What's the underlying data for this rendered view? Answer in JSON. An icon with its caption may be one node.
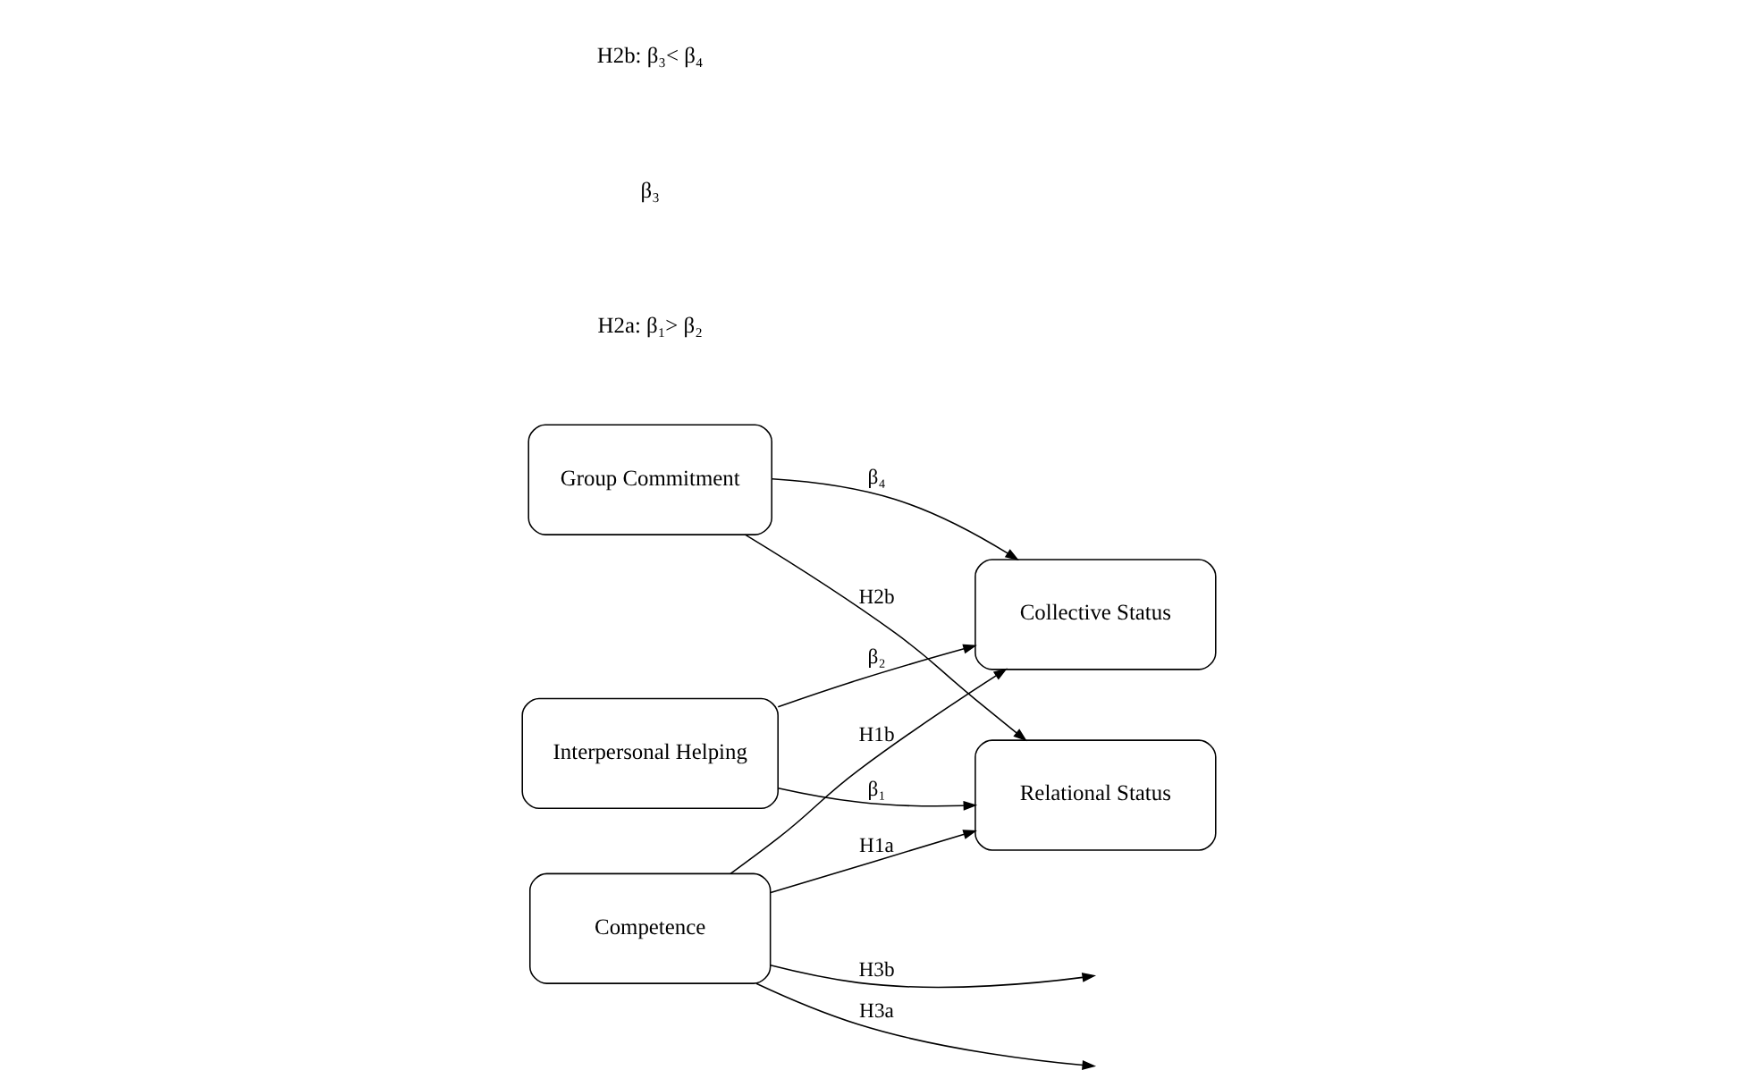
{
  "diagram": {
    "nodes": [
      {
        "text": [
          "Interpersonal Helping"
        ]
      },
      {
        "text": [
          "Competence"
        ]
      },
      {
        "text": [
          "Group Commitment"
        ]
      },
      {
        "text": [
          "Relational Status"
        ]
      },
      {
        "text": [
          "Collective Status"
        ]
      }
    ],
    "edges": [
      {
        "from": 0,
        "to": 3,
        "arrow": "to",
        "label": "β₁"
      },
      {
        "from": 0,
        "to": 4,
        "arrow": "to",
        "label": "β₂"
      },
      {
        "from": 1,
        "to": null,
        "arrow": "to",
        "label": "H3a"
      },
      {
        "from": 1,
        "to": 3,
        "arrow": "to",
        "label": "H1a"
      },
      {
        "from": 1,
        "to": 4,
        "arrow": "to",
        "label": "H1b"
      },
      {
        "from": 1,
        "to": null,
        "arrow": "to",
        "label": "H3b"
      },
      {
        "from": 2,
        "to": 3,
        "arrow": "to",
        "label": "H2b"
      },
      {
        "from": 2,
        "to": 4,
        "arrow": "to",
        "label": "β₄"
      }
    ],
    "labels": [
      "H2a: β₁> β₂",
      "β₃",
      "H2b: β₃< β₄"
    ]
  }
}
